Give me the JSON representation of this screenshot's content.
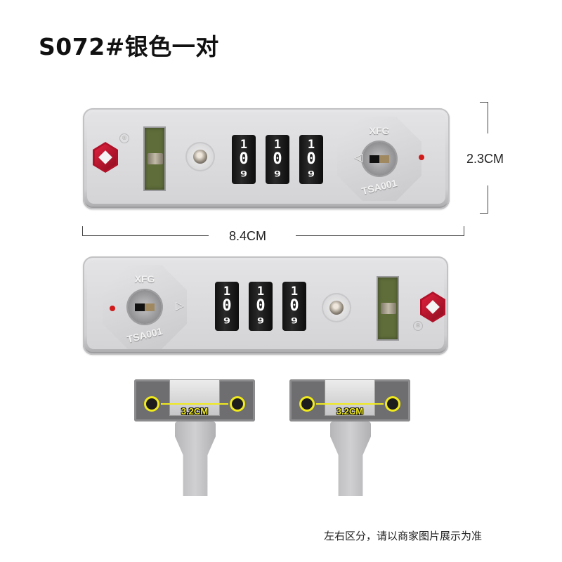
{
  "title": "S072#银色一对",
  "dimensions": {
    "height": "2.3CM",
    "width": "8.4CM",
    "hasp_spacing": "3.2CM"
  },
  "lock_top": {
    "orientation": "logo-left, keyhole-right",
    "dials": [
      "0",
      "0",
      "0"
    ],
    "dial_above": [
      "1",
      "1",
      "1"
    ],
    "dial_below": [
      "9",
      "9",
      "9"
    ],
    "brand": "XFG",
    "model": "TSA001",
    "registered_mark": "®"
  },
  "lock_bottom": {
    "orientation": "keyhole-left, logo-right",
    "dials": [
      "0",
      "0",
      "0"
    ],
    "dial_above": [
      "1",
      "1",
      "1"
    ],
    "dial_below": [
      "9",
      "9",
      "9"
    ],
    "brand": "XFG",
    "model": "TSA001",
    "registered_mark": "®"
  },
  "hasps": [
    {
      "label": "3.2CM"
    },
    {
      "label": "3.2CM"
    }
  ],
  "footer_note": "左右区分，请以商家图片展示为准",
  "colors": {
    "silver": "#d4d4d6",
    "dial_black": "#111111",
    "tsa_red": "#c8102e",
    "measure_yellow": "#f0ea1e",
    "indicator_green": "#5f6d3a"
  }
}
